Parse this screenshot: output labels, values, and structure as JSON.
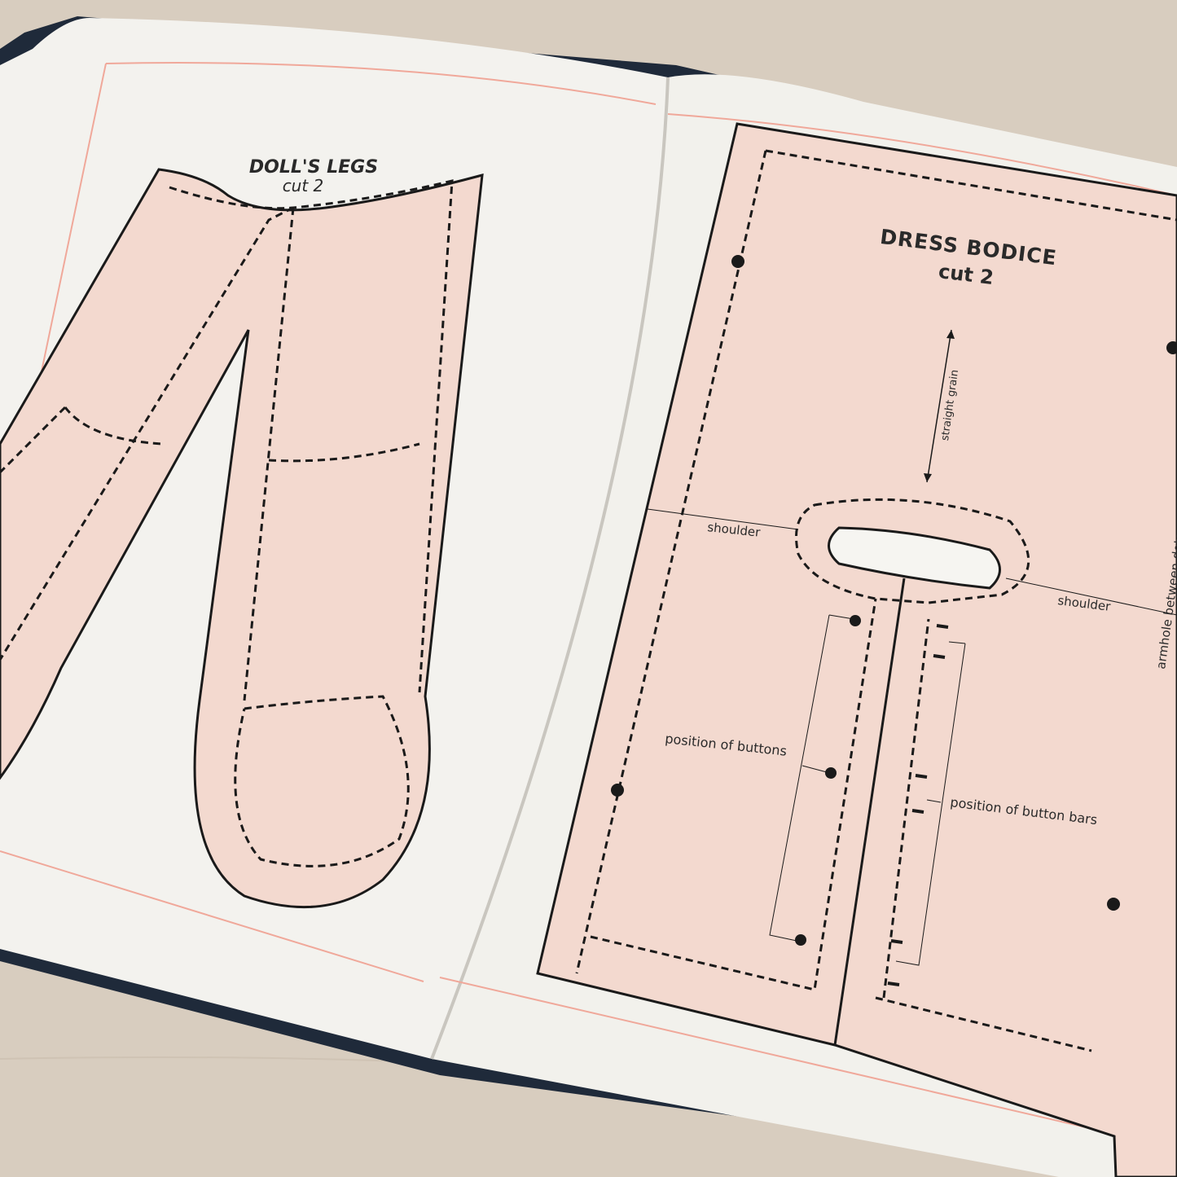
{
  "left_page": {
    "title": "DOLL'S LEGS",
    "subtitle": "cut 2"
  },
  "right_page": {
    "title": "DRESS BODICE",
    "subtitle": "cut 2",
    "grain_label": "straight grain",
    "shoulder_left": "shoulder",
    "shoulder_right": "shoulder",
    "armhole_label": "armhole between dots",
    "buttons_label": "position of buttons",
    "button_bars_label": "position of button bars"
  },
  "colors": {
    "pattern_fill": "#f3d9cf",
    "page": "#f3f2ee",
    "border_line": "#f0a89a",
    "table": "#d8cdbf",
    "cover": "#1f2a3a"
  }
}
